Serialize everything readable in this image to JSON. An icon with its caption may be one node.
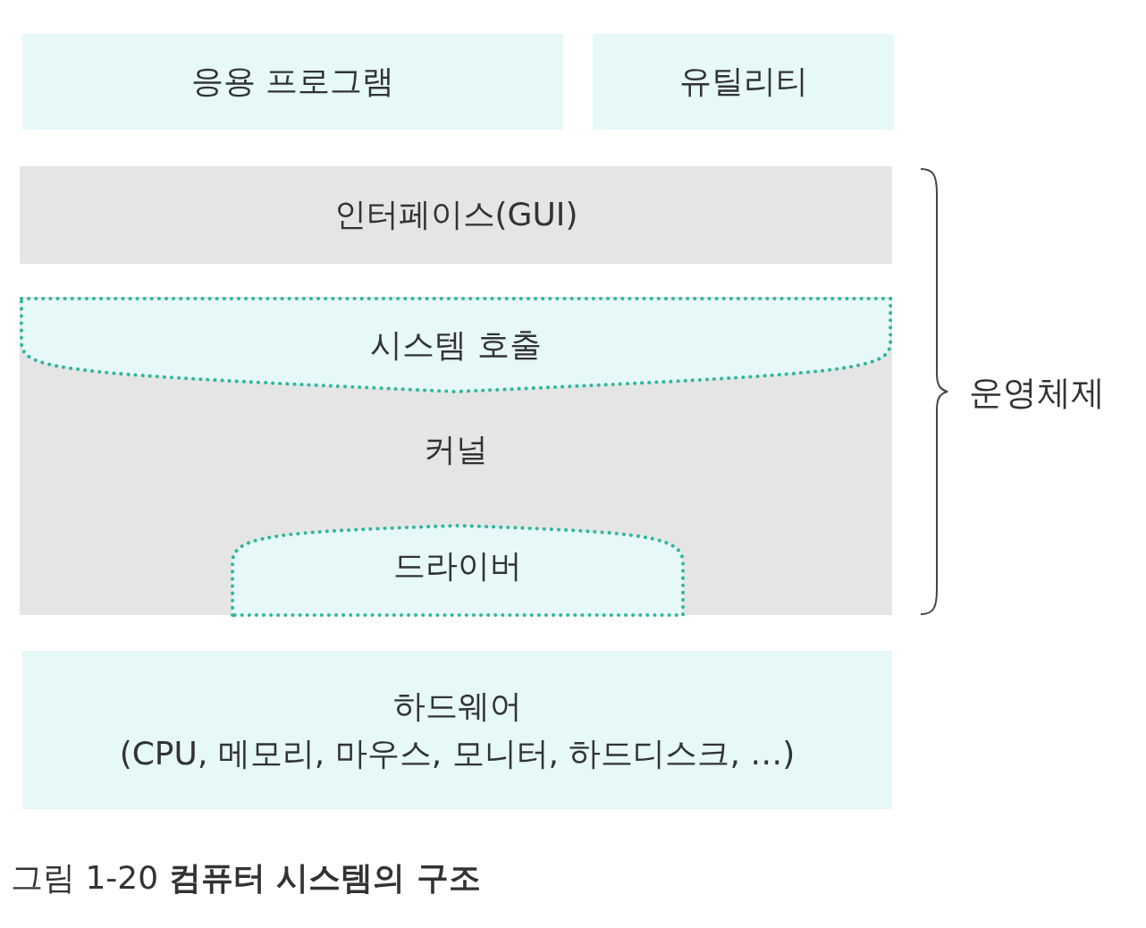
{
  "diagram": {
    "nodes": [
      {
        "text": [
          "응용 프로그램"
        ]
      },
      {
        "text": [
          "유틸리티"
        ]
      },
      {
        "text": [
          "인터페이스(GUI)"
        ]
      },
      {
        "text": [
          "커널"
        ]
      },
      {
        "text": [
          "시스템 호출"
        ],
        "in": 3
      },
      {
        "text": [
          "드라이버"
        ],
        "in": 3
      },
      {
        "text": [
          "하드웨어",
          "(CPU, 메모리, 마우스, 모니터, 하드디스크, …)"
        ]
      }
    ],
    "labels": [
      "운영체제"
    ],
    "caption": "그림 1-20 **컴퓨터 시스템의 구조**"
  }
}
